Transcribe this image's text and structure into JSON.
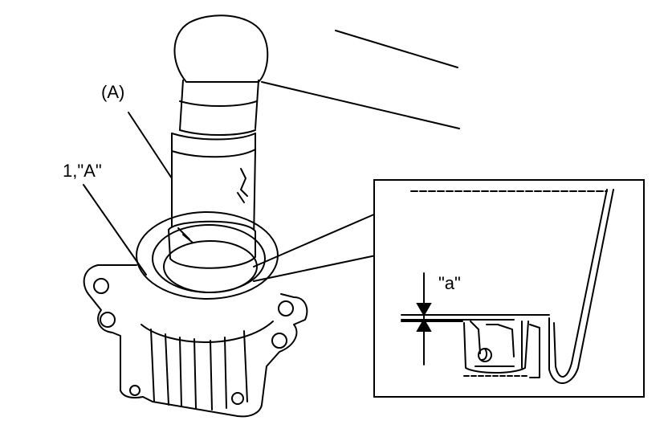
{
  "labels": {
    "tool": "(A)",
    "part": "1,\"A\"",
    "dimension": "\"a\""
  },
  "colors": {
    "ink": "#000000",
    "paper": "#ffffff"
  }
}
